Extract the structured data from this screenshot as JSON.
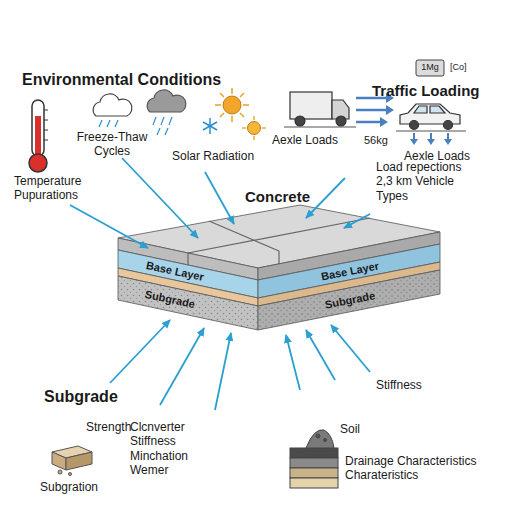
{
  "diagram": {
    "nodes": [
      {
        "text": [
          "Concrete"
        ]
      },
      {
        "text": [
          "Base Layer",
          "Base Layer"
        ]
      },
      {
        "text": [
          "Subgrade",
          "Subgrade"
        ]
      }
    ],
    "labels": [
      "Environmental Conditions",
      "Freeze-Thaw Cycles",
      "Solar Radiation",
      "Temperature Pupurations",
      "Traffic Loading",
      "1Mg",
      "[Co]",
      "Aexle Loads",
      "56kg",
      "Aexle Loads",
      "Load repections 2,3 km Vehicle Types",
      "Subgrade",
      "Strength",
      "Clcnverter Stiffness Minchation Wemer",
      "Subgration",
      "Stiffness",
      "Soil",
      "Drainage Characteristics Charateristics"
    ]
  }
}
